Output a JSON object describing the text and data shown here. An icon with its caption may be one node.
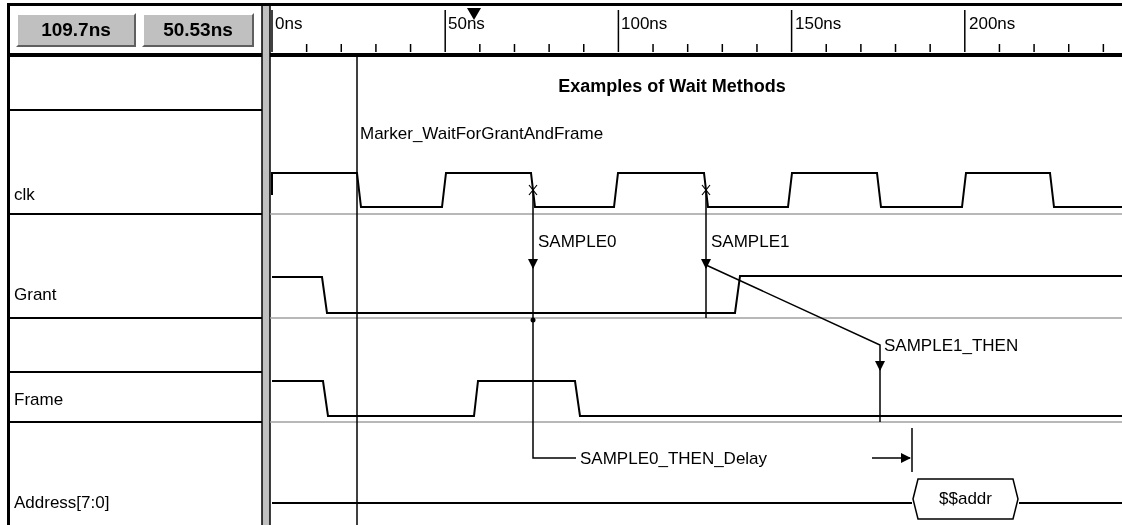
{
  "diagram": {
    "title": "Examples of Wait Methods",
    "nodes": [
      {
        "text": [
          "109.7ns"
        ]
      },
      {
        "text": [
          "50.53ns"
        ]
      },
      {
        "text": [
          "$$addr"
        ]
      }
    ],
    "labels": [
      "0ns",
      "50ns",
      "100ns",
      "150ns",
      "200ns",
      "Marker_WaitForGrantAndFrame",
      "clk",
      "SAMPLE0",
      "SAMPLE1",
      "Grant",
      "SAMPLE1_THEN",
      "Frame",
      "SAMPLE0_THEN_Delay",
      "Address[7:0]"
    ]
  }
}
